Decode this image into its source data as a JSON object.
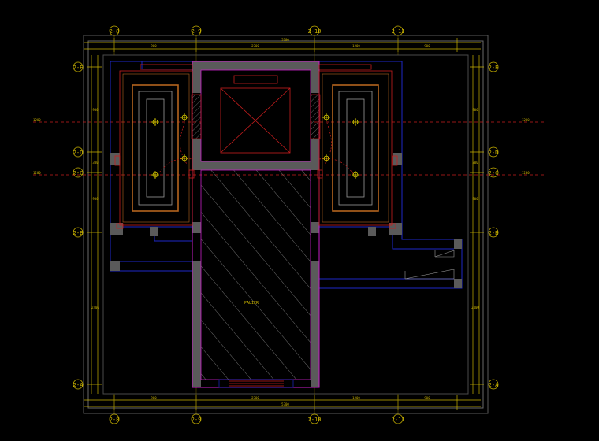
{
  "drawing": {
    "colors": {
      "background": "#000000",
      "dimension": "#c9b200",
      "grid_axis": "#c9b200",
      "wall_blue": "#1e28c8",
      "wall_red": "#c81e1e",
      "wall_magenta": "#c81ec8",
      "fill_gray": "#5a5a5a",
      "hatch": "#8a8a8a",
      "trim_orange": "#b4641e",
      "inner_gray": "#9a9a9a",
      "centerline": "#c81e1e",
      "light_fixture": "#e0d200"
    },
    "top_axes": [
      "2-8",
      "2-9",
      "2-10",
      "2-11"
    ],
    "bottom_axes": [
      "2-8",
      "2-9",
      "2-10",
      "2-11"
    ],
    "left_axes": [
      "2-E",
      "2-D",
      "2-C",
      "2-B",
      "2-A"
    ],
    "right_axes": [
      "2-E",
      "2-D",
      "2-C",
      "2-B",
      "2-A"
    ],
    "room_label": "PALIER",
    "dimension_labels": {
      "top_segments": [
        "900",
        "2700",
        "1200",
        "900"
      ],
      "top_total": "5700",
      "bottom_segments": [
        "900",
        "2700",
        "1200",
        "900"
      ],
      "bottom_total": "5700",
      "left_segments": [
        "900",
        "300",
        "900",
        "2400"
      ],
      "right_segments": [
        "900",
        "300",
        "900",
        "2400"
      ]
    },
    "centerline_tags": {
      "upper_left": "1200",
      "upper_right": "1200",
      "lower_left": "1200",
      "lower_right": "1200"
    }
  }
}
